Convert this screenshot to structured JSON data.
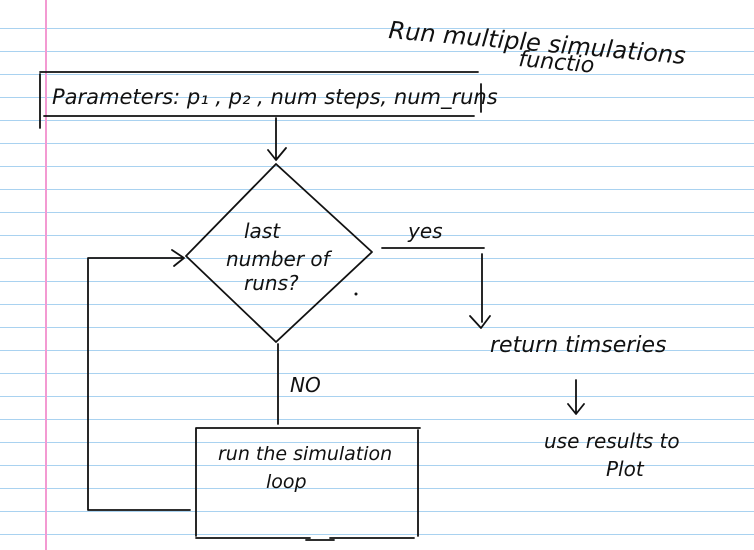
{
  "notebook": {
    "line_color": "#a9d2f0",
    "margin_color": "#f39ad2",
    "ink_color": "#111111"
  },
  "diagram": {
    "title_line1": "Run multiple simulations",
    "title_line2": "functio",
    "parameters_box": "Parameters: p₁ , p₂ , num steps, num_runs",
    "decision_line1": "last",
    "decision_line2": "number of",
    "decision_line3": "runs?",
    "yes_label": "yes",
    "no_label": "NO",
    "return_text": "return timseries",
    "use_results_line1": "use results to",
    "use_results_line2": "Plot",
    "loop_box_line1": "run the simulation",
    "loop_box_line2": "loop"
  }
}
